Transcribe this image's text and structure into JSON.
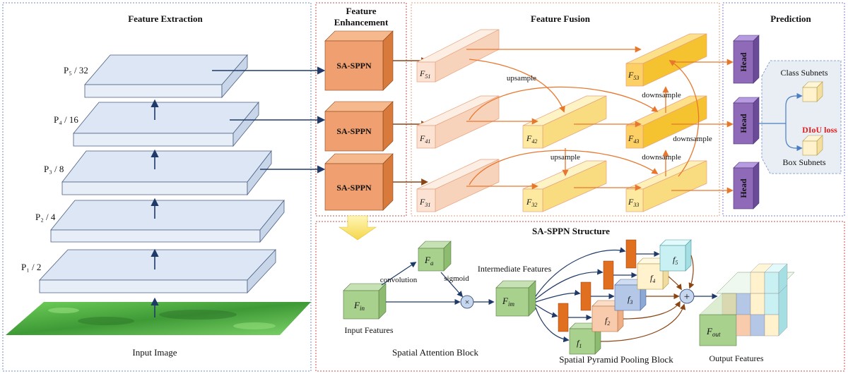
{
  "sections": {
    "extraction": "Feature Extraction",
    "enhancement_line1": "Feature",
    "enhancement_line2": "Enhancement",
    "fusion": "Feature Fusion",
    "prediction": "Prediction",
    "sppn_structure": "SA-SPPN Structure"
  },
  "pyramid_levels": [
    "P₅ / 32",
    "P₄ / 16",
    "P₃ / 8",
    "P₂ / 4",
    "P₁ / 2"
  ],
  "input_image_label": "Input Image",
  "sppn_block_label": "SA-SPPN",
  "fusion_nodes": {
    "f51": {
      "main": "F",
      "sub": "51"
    },
    "f41": {
      "main": "F",
      "sub": "41"
    },
    "f31": {
      "main": "F",
      "sub": "31"
    },
    "f42": {
      "main": "F",
      "sub": "42"
    },
    "f32": {
      "main": "F",
      "sub": "32"
    },
    "f53": {
      "main": "F",
      "sub": "53"
    },
    "f43": {
      "main": "F",
      "sub": "43"
    },
    "f33": {
      "main": "F",
      "sub": "33"
    }
  },
  "fusion_ops": {
    "upsample": "upsample",
    "downsample": "downsample"
  },
  "head_label": "Head",
  "subnets": {
    "class": "Class Subnets",
    "box": "Box Subnets",
    "loss": "DIoU loss"
  },
  "sppn": {
    "f_in": {
      "main": "F",
      "sub": "in"
    },
    "f_a": {
      "main": "F",
      "sub": "a"
    },
    "f_im": {
      "main": "F",
      "sub": "im"
    },
    "f_out": {
      "main": "F",
      "sub": "out"
    },
    "f1": {
      "main": "f",
      "sub": "1"
    },
    "f2": {
      "main": "f",
      "sub": "2"
    },
    "f3": {
      "main": "f",
      "sub": "3"
    },
    "f4": {
      "main": "f",
      "sub": "4"
    },
    "f5": {
      "main": "f",
      "sub": "5"
    },
    "convolution": "convolution",
    "sigmoid": "sigmoid",
    "intermediate": "Intermediate Features",
    "input_features": "Input Features",
    "output_features": "Output Features",
    "spatial_attention": "Spatial Attention Block",
    "spp_block": "Spatial Pyramid Pooling Block",
    "multiply": "×",
    "add": "+"
  },
  "colors": {
    "extraction_border": "#6f8fc6",
    "enhance_border": "#c0504d",
    "fusion_border": "#e8a07a",
    "prediction_border": "#7c7cd0",
    "slab_face": "#dce6f4",
    "sppn_block": "#f0a070",
    "fusion_light": "#fbe2d2",
    "fusion_yellow": "#fde9a0",
    "fusion_gold": "#fcd064",
    "head": "#8e6ab8",
    "arrow_orange": "#e8772e",
    "arrow_blue": "#1f3a68",
    "arrow_brown": "#8b4513",
    "loss_red": "#e02020",
    "green": "#a9d18e",
    "cyan": "#c9f1f3",
    "cream": "#fff2cc",
    "lavender": "#b4c7e7",
    "peach": "#f8cbad"
  }
}
